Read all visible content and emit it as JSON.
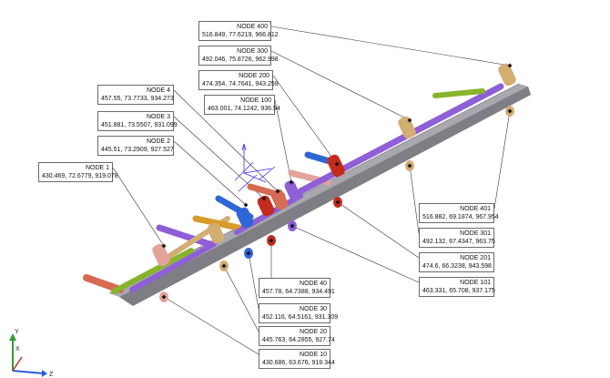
{
  "colors": {
    "beam_top": "#a8a8ad",
    "beam_side": "#7e7e84",
    "beam_blue": "#3b7fc4",
    "leader": "#333333",
    "label_border": "#6a6a6a",
    "axis_y": "#2e9b3a",
    "axis_x": "#c0312b",
    "axis_z": "#2a5bd7",
    "triad": "#3b2cf0",
    "purple": "#8e5fd6",
    "red": "#c42b1f",
    "orange": "#d89b2b",
    "green": "#87b42c",
    "pink": "#e4a39a",
    "blue": "#2f66d6",
    "tan": "#d2ae73",
    "salmon": "#d56b52"
  },
  "nodes": [
    {
      "id": "node-400",
      "title": "NODE 400",
      "coords": "516.849, 77.6219, 966.812"
    },
    {
      "id": "node-300",
      "title": "NODE 300",
      "coords": "492.046, 75.8726, 962.998"
    },
    {
      "id": "node-200",
      "title": "NODE 200",
      "coords": "474.354, 74.7641, 943.259"
    },
    {
      "id": "node-100",
      "title": "NODE 100",
      "coords": "463.001, 74.1242, 936.94"
    },
    {
      "id": "node-4",
      "title": "NODE 4",
      "coords": "457.55, 73.7733, 934.273"
    },
    {
      "id": "node-3",
      "title": "NODE 3",
      "coords": "451.881, 73.5507, 931.099"
    },
    {
      "id": "node-2",
      "title": "NODE 2",
      "coords": "445.51, 73.2909, 927.527"
    },
    {
      "id": "node-1",
      "title": "NODE 1",
      "coords": "430.469, 72.6779, 919.078"
    },
    {
      "id": "node-401",
      "title": "NODE 401",
      "coords": "516.882, 69.1874, 967.954"
    },
    {
      "id": "node-301",
      "title": "NODE 301",
      "coords": "492.132, 67.4347, 963.75"
    },
    {
      "id": "node-201",
      "title": "NODE 201",
      "coords": "474.6, 66.3238, 943.598"
    },
    {
      "id": "node-101",
      "title": "NODE 101",
      "coords": "463.331, 65.708, 937.175"
    },
    {
      "id": "node-40",
      "title": "NODE 40",
      "coords": "457.78, 64.7388, 934.491"
    },
    {
      "id": "node-30",
      "title": "NODE 30",
      "coords": "452.116, 64.5161, 931.309"
    },
    {
      "id": "node-20",
      "title": "NODE 20",
      "coords": "445.763, 64.2855, 927.74"
    },
    {
      "id": "node-10",
      "title": "NODE 10",
      "coords": "430.686, 63.676, 919.344"
    }
  ],
  "axes": {
    "y": "Y",
    "x": "X",
    "z": "Z"
  }
}
